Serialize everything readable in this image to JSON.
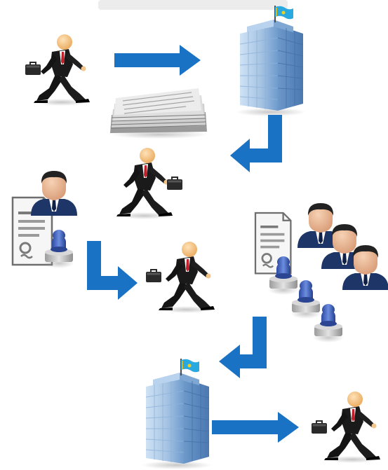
{
  "diagram": {
    "steps": [
      {
        "name": "applicant-walking-with-briefcase"
      },
      {
        "name": "documents-to-government-office"
      },
      {
        "name": "government-office-building-with-flag"
      },
      {
        "name": "applicant-returns"
      },
      {
        "name": "official-certifies-with-stamp"
      },
      {
        "name": "applicant-takes-document"
      },
      {
        "name": "group-of-officials-stamping"
      },
      {
        "name": "government-office-building-with-flag"
      },
      {
        "name": "applicant-leaves"
      }
    ]
  },
  "colors": {
    "arrow": "#1a72c4",
    "building_light": "#a9c8e8",
    "building_dark": "#5f8fc4",
    "flag": "#2aa9e0",
    "suit": "#1a1a1a",
    "skin": "#f3c58a",
    "tie": "#c0202a",
    "official_suit": "#1e3568",
    "stamp_blue": "#3d5fb5",
    "stamp_base": "#b7b7b7"
  },
  "icons": [
    "briefcase-man-icon",
    "paper-stack-icon",
    "office-building-icon",
    "certificate-icon",
    "stamp-icon",
    "official-avatar-icon",
    "flow-arrow-icon"
  ]
}
